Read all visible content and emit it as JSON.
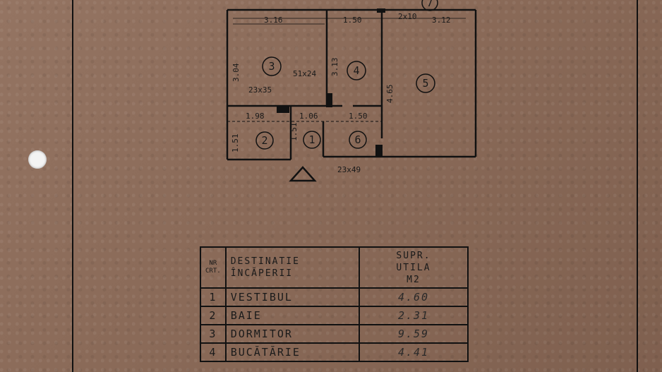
{
  "plan": {
    "dims": {
      "room3_width": "3.16",
      "room4_width": "1.50",
      "room5_width": "3.12",
      "room7_size": "2x10",
      "room3_height": "3.04",
      "room4_height": "3.13",
      "room5_height": "4.65",
      "room2_width": "1.98",
      "room1_width": "1.06",
      "room6_width": "1.50",
      "room2_height": "1.51",
      "room1_height": "1.51",
      "chimney_a": "51x24",
      "chimney_b": "23x35",
      "chimney_c": "23x49"
    },
    "room_numbers": [
      "1",
      "2",
      "3",
      "4",
      "5",
      "6",
      "7"
    ]
  },
  "table": {
    "header": {
      "nr_line1": "NR",
      "nr_line2": "CRT.",
      "dest_line1": "DESTINATIE",
      "dest_line2": "ÎNCĂPERII",
      "supr_line1": "SUPR.",
      "supr_line2": "UTILA",
      "supr_line3": "M2"
    },
    "rows": [
      {
        "nr": "1",
        "name": "VESTIBUL",
        "area": "4.60"
      },
      {
        "nr": "2",
        "name": "BAIE",
        "area": "2.31"
      },
      {
        "nr": "3",
        "name": "DORMITOR",
        "area": "9.59"
      },
      {
        "nr": "4",
        "name": "BUCĂTĂRIE",
        "area": "4.41"
      }
    ]
  }
}
